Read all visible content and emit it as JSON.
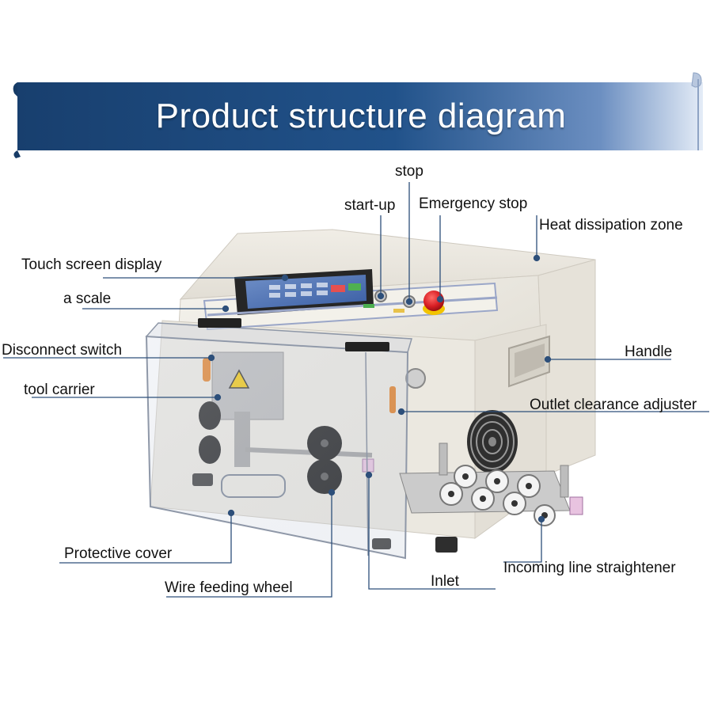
{
  "banner": {
    "title": "Product structure diagram"
  },
  "labels": {
    "stop": "stop",
    "start_up": "start-up",
    "emergency_stop": "Emergency stop",
    "heat_dissipation_zone": "Heat dissipation zone",
    "touch_screen_display": "Touch screen display",
    "a_scale": "a scale",
    "disconnect_switch": "Disconnect switch",
    "tool_carrier": "tool carrier",
    "handle": "Handle",
    "outlet_clearance_adjuster": "Outlet clearance adjuster",
    "protective_cover": "Protective cover",
    "wire_feeding_wheel": "Wire feeding wheel",
    "inlet": "Inlet",
    "incoming_line_straightener": "Incoming line straightener"
  },
  "colors": {
    "banner": "#1f4f86",
    "banner_dark": "#163b66",
    "leader_line": "#2d4f7a",
    "machine_body": "#ece9e1",
    "panel_stripe": "#9aa6c8",
    "emergency_button": "#d81e24"
  }
}
